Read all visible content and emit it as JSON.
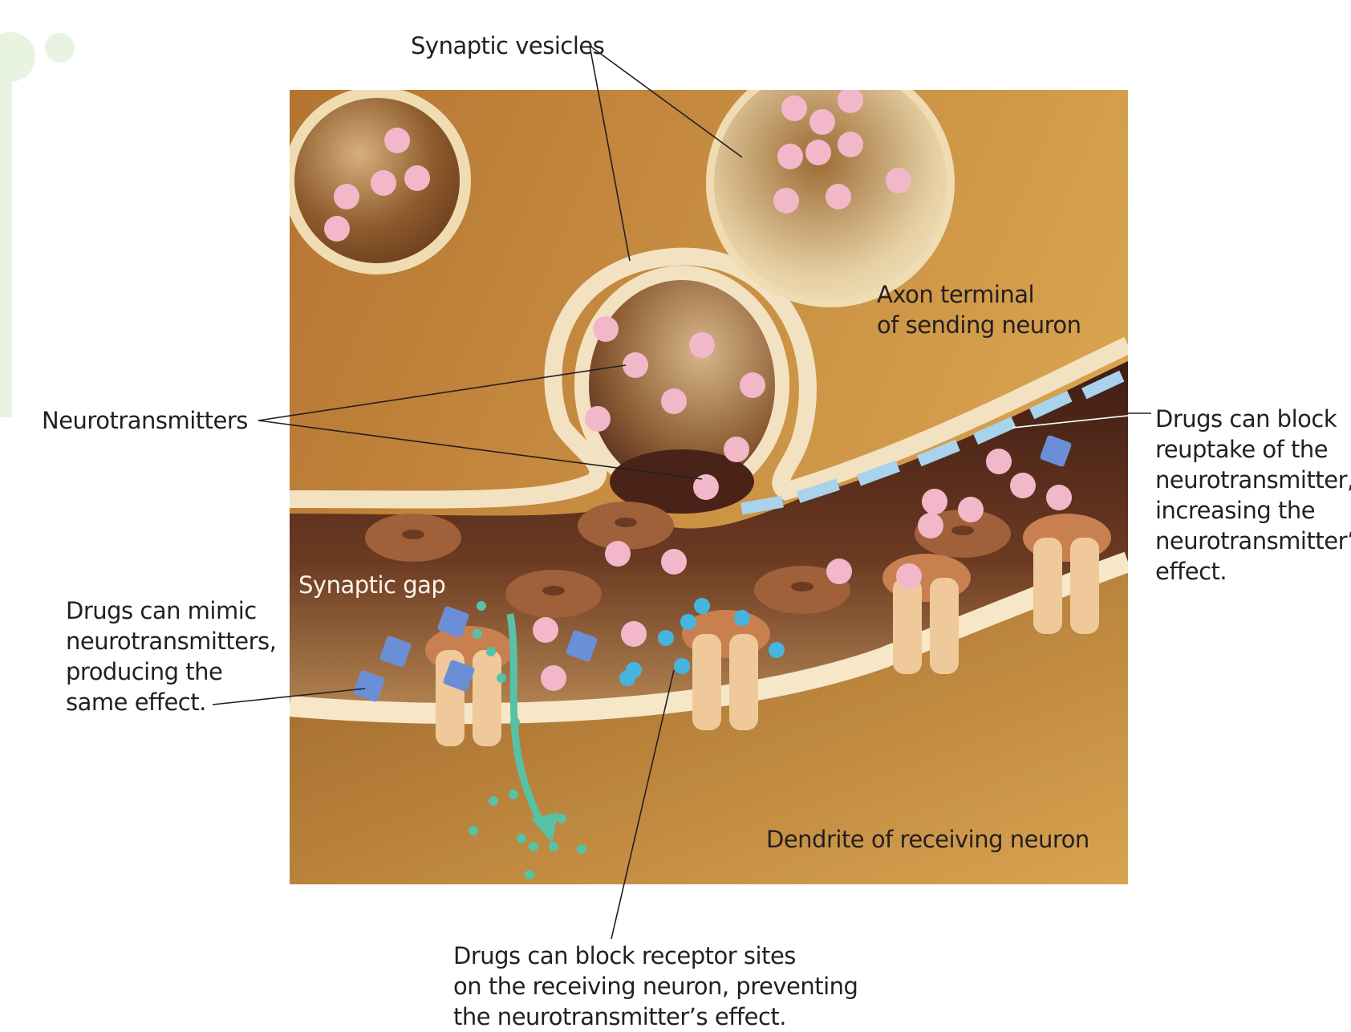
{
  "figure": {
    "labels": {
      "synaptic_vesicles": "Synaptic vesicles",
      "axon_terminal": "Axon terminal\nof sending neuron",
      "neurotransmitters": "Neurotransmitters",
      "synaptic_gap": "Synaptic gap",
      "dendrite": "Dendrite of receiving neuron",
      "drugs_mimic": "Drugs can mimic\nneurotransmitters,\nproducing the\nsame effect.",
      "drugs_block_reuptake": "Drugs can block\nreuptake of the\nneurotransmitter,\nincreasing the\nneurotransmitter’s\neffect.",
      "drugs_block_receptor": "Drugs can block receptor sites\non the receiving neuron, preventing\nthe neurotransmitter’s effect."
    },
    "colors": {
      "axon_fill": "#c98d3e",
      "membrane": "#f3e2c2",
      "cleft_dark": "#4a2318",
      "dendrite_fill": "#c8923f",
      "neurotransmitter_pink": "#f2b8c9",
      "drug_mimic_blue": "#6b8fd6",
      "reuptake_pump_blue": "#a9d2ec",
      "receptor_blocker_cyan": "#46b5de",
      "ion_teal": "#58c2a6",
      "enzyme_brown": "#a0603a",
      "receptor_tan": "#efc99a",
      "side_decoration_green": "#e8f3e2"
    }
  }
}
